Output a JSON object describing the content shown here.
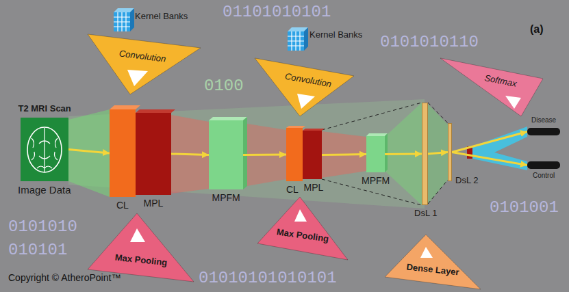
{
  "diagram": {
    "nodes": [
      {
        "text": [
          "Convolution"
        ]
      },
      {
        "text": [
          "Convolution"
        ]
      },
      {
        "text": [
          "Softmax"
        ]
      },
      {
        "text": [
          "T2 MRI Scan",
          "Image Data"
        ]
      },
      {
        "text": [
          "CL"
        ]
      },
      {
        "text": [
          "MPL"
        ]
      },
      {
        "text": [
          "MPFM"
        ]
      },
      {
        "text": [
          "CL"
        ]
      },
      {
        "text": [
          "MPL"
        ]
      },
      {
        "text": [
          "MPFM"
        ]
      },
      {
        "text": [
          "DsL 1"
        ]
      },
      {
        "text": [
          "DsL 2"
        ]
      },
      {
        "text": [
          "Disease"
        ]
      },
      {
        "text": [
          "Control"
        ]
      },
      {
        "text": [
          "Max Pooling"
        ]
      },
      {
        "text": [
          "Max Pooling"
        ]
      },
      {
        "text": [
          "Dense Layer"
        ]
      }
    ],
    "edges": [
      {
        "from": 3,
        "to": 4,
        "arrow": "to"
      },
      {
        "from": 5,
        "to": 6,
        "arrow": "to"
      },
      {
        "from": 6,
        "to": 7,
        "arrow": "to"
      },
      {
        "from": 8,
        "to": 9,
        "arrow": "to"
      },
      {
        "from": 9,
        "to": 10,
        "arrow": "to"
      },
      {
        "from": 10,
        "to": 11,
        "arrow": "to"
      },
      {
        "from": 11,
        "to": 12,
        "arrow": "to"
      },
      {
        "from": 11,
        "to": 13,
        "arrow": "to"
      }
    ],
    "labels": [
      "Kernel Banks",
      "Kernel Banks",
      "(a)",
      "Copyright © AtheroPoint™",
      "01101010101",
      "0101010110",
      "0100",
      "0101010",
      "010101",
      "01010101010101",
      "0101001"
    ]
  }
}
